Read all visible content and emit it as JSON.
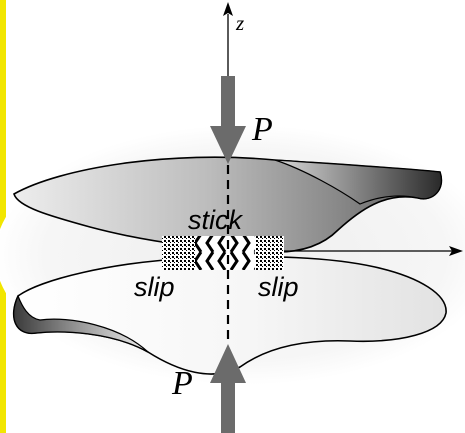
{
  "labels": {
    "axis_z": "z",
    "load_top": "P",
    "load_bottom": "P",
    "stick": "stick",
    "slip_left": "slip",
    "slip_right": "slip"
  },
  "colors": {
    "border_accent": "#f2e600",
    "arrow_fill": "#6b6b6b",
    "outline": "#000000",
    "body_light": "#f2f2f2",
    "body_dark": "#3a3a3a"
  }
}
